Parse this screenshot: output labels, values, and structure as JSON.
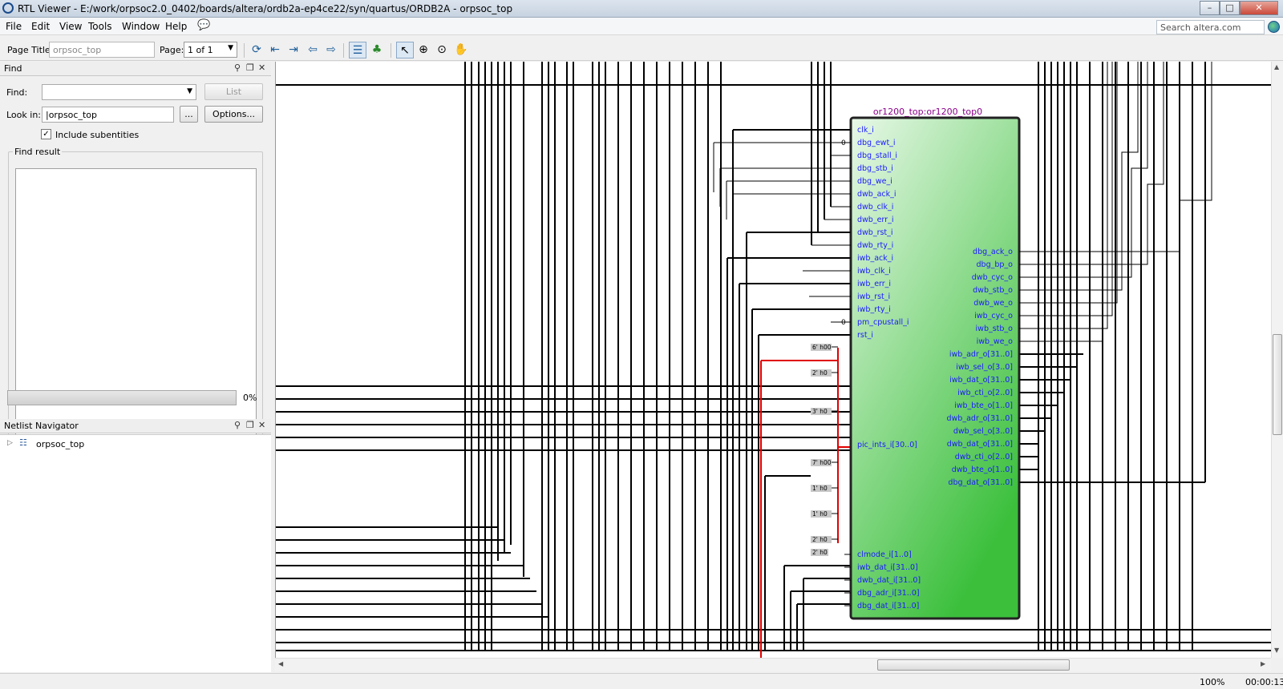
{
  "window": {
    "title": "RTL Viewer - E:/work/orpsoc2.0_0402/boards/altera/ordb2a-ep4ce22/syn/quartus/ORDB2A - orpsoc_top"
  },
  "menu": {
    "items": [
      "File",
      "Edit",
      "View",
      "Tools",
      "Window",
      "Help"
    ],
    "search_placeholder": "Search altera.com"
  },
  "toolbar": {
    "page_title_label": "Page Title:",
    "page_title_value": "orpsoc_top",
    "page_label": "Page:",
    "page_value": "1 of 1"
  },
  "find_panel": {
    "title": "Find",
    "find_label": "Find:",
    "find_value": "",
    "list_button": "List",
    "look_in_label": "Look in:",
    "look_in_value": "|orpsoc_top",
    "browse_button": "...",
    "options_button": "Options...",
    "include_subentities_label": "Include subentities",
    "include_subentities_checked": true,
    "find_result_label": "Find result",
    "progress_percent_text": "0%",
    "progress_fraction": 0
  },
  "netlist_navigator": {
    "title": "Netlist Navigator",
    "root_node": "orpsoc_top"
  },
  "schematic": {
    "instance_title": "or1200_top:or1200_top0",
    "input_ports": [
      "clk_i",
      "dbg_ewt_i",
      "dbg_stall_i",
      "dbg_stb_i",
      "dbg_we_i",
      "dwb_ack_i",
      "dwb_clk_i",
      "dwb_err_i",
      "dwb_rst_i",
      "dwb_rty_i",
      "iwb_ack_i",
      "iwb_clk_i",
      "iwb_err_i",
      "iwb_rst_i",
      "iwb_rty_i",
      "pm_cpustall_i",
      "rst_i"
    ],
    "bus_input_port": "pic_ints_i[30..0]",
    "lower_input_ports": [
      "clmode_i[1..0]",
      "iwb_dat_i[31..0]",
      "dwb_dat_i[31..0]",
      "dbg_adr_i[31..0]",
      "dbg_dat_i[31..0]"
    ],
    "output_ports": [
      "dbg_ack_o",
      "dbg_bp_o",
      "dwb_cyc_o",
      "dwb_stb_o",
      "dwb_we_o",
      "iwb_cyc_o",
      "iwb_stb_o",
      "iwb_we_o",
      "iwb_adr_o[31..0]",
      "iwb_sel_o[3..0]",
      "iwb_dat_o[31..0]",
      "iwb_cti_o[2..0]",
      "iwb_bte_o[1..0]",
      "dwb_adr_o[31..0]",
      "dwb_sel_o[3..0]",
      "dwb_dat_o[31..0]",
      "dwb_cti_o[2..0]",
      "dwb_bte_o[1..0]",
      "dbg_dat_o[31..0]"
    ],
    "const_zero_1": "0",
    "const_zero_2": "0",
    "constants": [
      "6' h00",
      "2' h0",
      "3' h0",
      "7' h00",
      "1' h0",
      "1' h0",
      "2' h0"
    ],
    "clmode_const": "2' h0"
  },
  "statusbar": {
    "zoom": "100%",
    "time": "00:00:13"
  }
}
